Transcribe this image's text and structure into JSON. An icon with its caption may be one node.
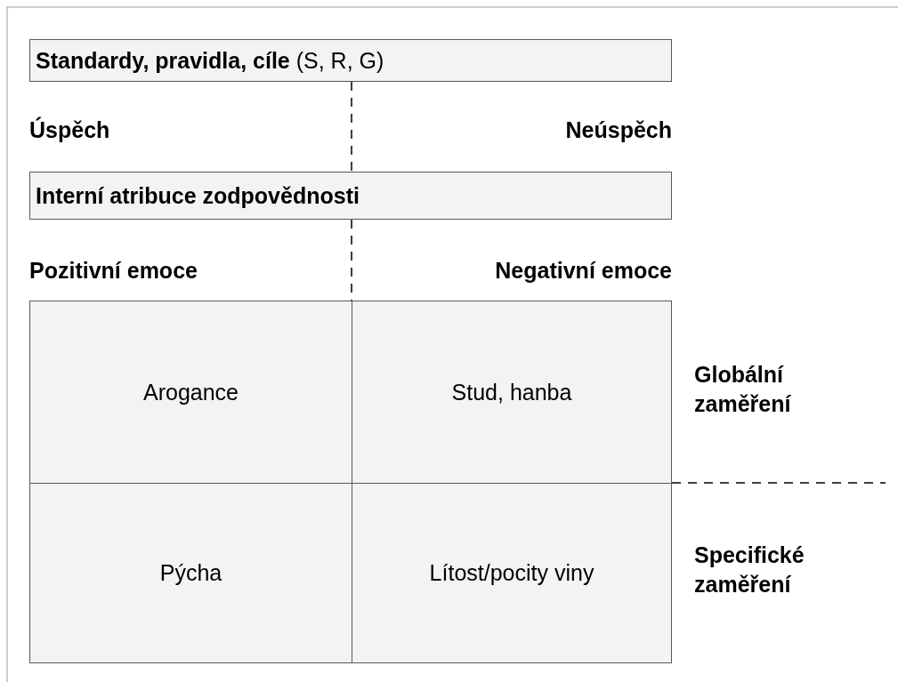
{
  "diagram": {
    "nodes": [
      {
        "text": [
          "**Standardy, pravidla, cíle** (S, R, G)"
        ]
      },
      {
        "text": [
          "Interní atribuce zodpovědnosti"
        ]
      },
      {
        "text": [
          "Arogance"
        ]
      },
      {
        "text": [
          "Stud, hanba"
        ]
      },
      {
        "text": [
          "Pýcha"
        ]
      },
      {
        "text": [
          "Lítost/pocity viny"
        ]
      }
    ],
    "labels": [
      "Úspěch",
      "Neúspěch",
      "Pozitivní emoce",
      "Negativní emoce",
      "Globální zaměření",
      "Specifické zaměření"
    ]
  }
}
